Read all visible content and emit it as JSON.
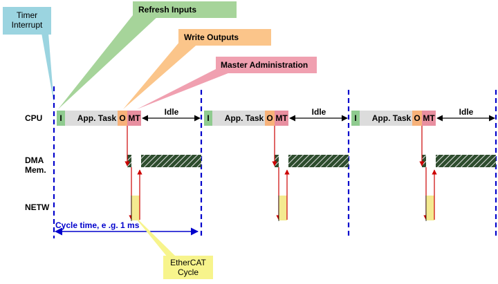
{
  "callouts": {
    "timer_interrupt": "Timer\nInterrupt",
    "refresh_inputs": "Refresh Inputs",
    "write_outputs": "Write Outputs",
    "master_administration": "Master Administration",
    "ethercat_cycle": "EtherCAT\nCycle"
  },
  "rows": {
    "cpu": "CPU",
    "dma": "DMA\nMem.",
    "netw": "NETW"
  },
  "segments": {
    "inputs": "I",
    "app_task": "App. Task",
    "outputs": "O",
    "master_task": "MT",
    "idle": "Idle"
  },
  "cycle_time": "Cycle time, e .g. 1 ms",
  "cycle_count": 3,
  "colors": {
    "cycle_marker": "#0000cc",
    "inputs": "#8fcb8f",
    "app_task": "#dcdcdc",
    "outputs": "#f7b27a",
    "master_task": "#e88fa0",
    "signal": "#cc0000",
    "netw": "#f4ea90",
    "timer_callout": "#9bd4e0",
    "refresh_callout": "#a6d49a",
    "write_callout": "#fbc58a",
    "master_callout": "#f0a0b0",
    "ethercat_callout": "#f7f48c"
  }
}
